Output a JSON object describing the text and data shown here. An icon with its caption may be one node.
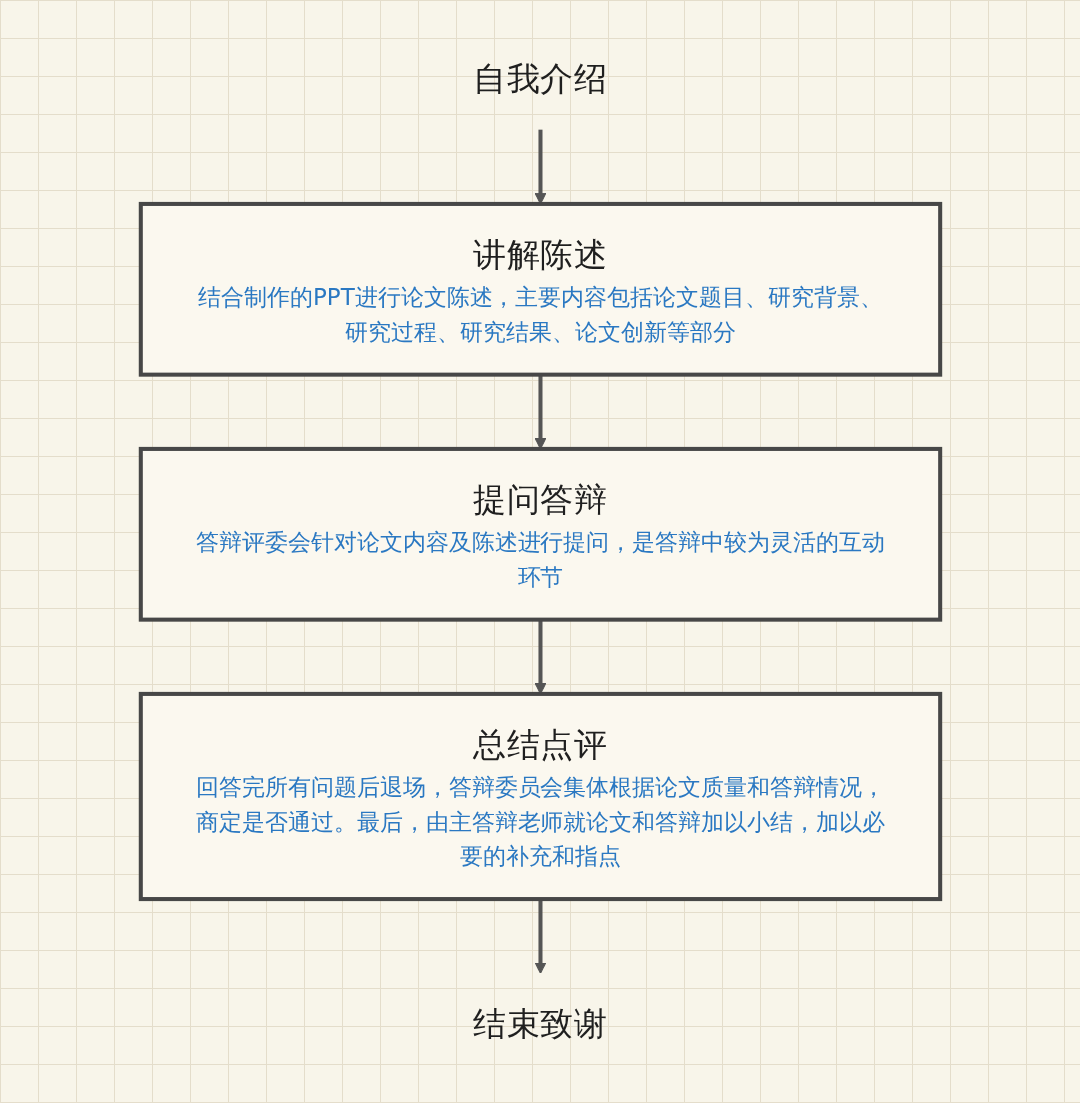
{
  "diagram": {
    "nodes": [
      {
        "text": [
          "自我介绍"
        ]
      },
      {
        "text": [
          "讲解陈述",
          "结合制作的PPT进行论文陈述，主要内容包括论文题目、研究背景、研究过程、研究结果、论文创新等部分"
        ]
      },
      {
        "text": [
          "提问答辩",
          "答辩评委会针对论文内容及陈述进行提问，是答辩中较为灵活的互动环节"
        ]
      },
      {
        "text": [
          "总结点评",
          "回答完所有问题后退场，答辩委员会集体根据论文质量和答辩情况，商定是否通过。最后，由主答辩老师就论文和答辩加以小结，加以必要的补充和指点"
        ]
      },
      {
        "text": [
          "结束致谢"
        ]
      }
    ],
    "edges": [
      {
        "from": 0,
        "to": 1,
        "arrow": "to"
      },
      {
        "from": 1,
        "to": 2,
        "arrow": "to"
      },
      {
        "from": 2,
        "to": 3,
        "arrow": "to"
      },
      {
        "from": 3,
        "to": 4,
        "arrow": "to"
      }
    ]
  }
}
